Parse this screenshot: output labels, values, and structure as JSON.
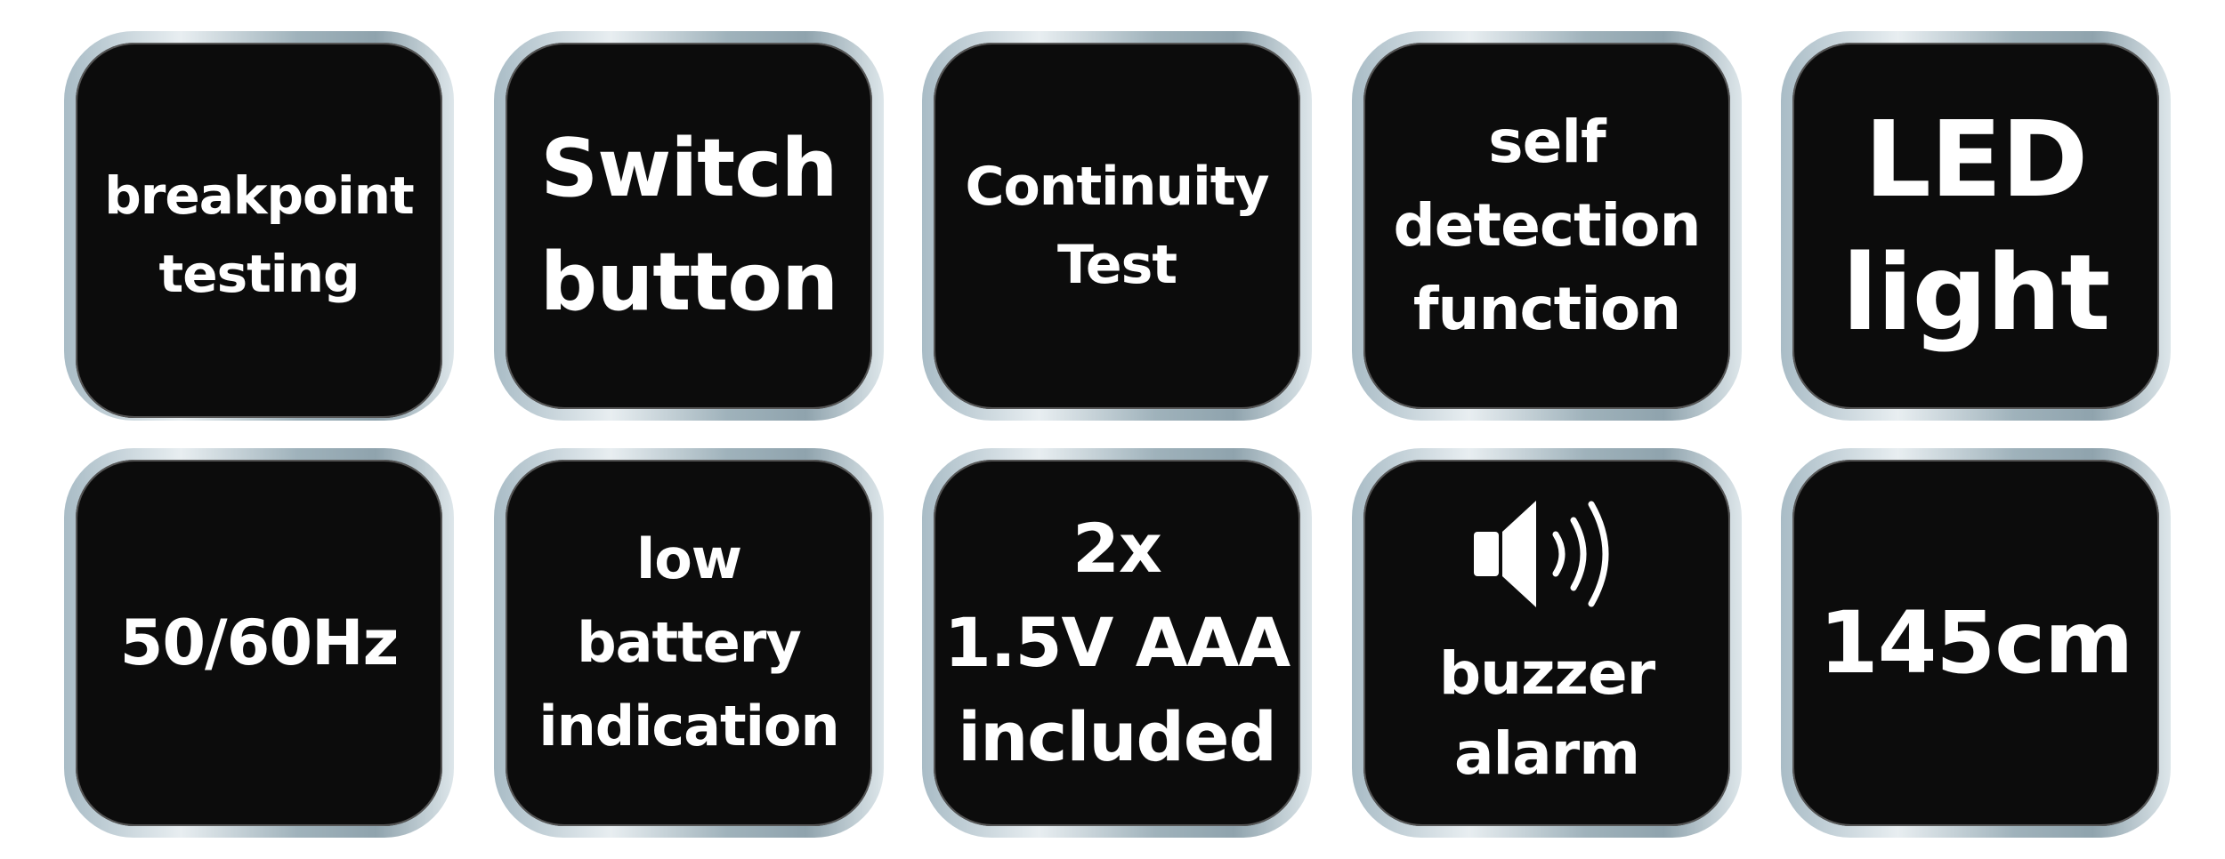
{
  "tiles": [
    {
      "lines": [
        "breakpoint",
        "testing"
      ]
    },
    {
      "lines": [
        "Switch",
        "button"
      ]
    },
    {
      "lines": [
        "Continuity",
        "Test"
      ]
    },
    {
      "lines": [
        "self",
        "detection",
        "function"
      ]
    },
    {
      "lines": [
        "LED",
        "light"
      ]
    },
    {
      "lines": [
        "50/60Hz"
      ]
    },
    {
      "lines": [
        "low",
        "battery",
        "indication"
      ]
    },
    {
      "lines": [
        "2x",
        "1.5V AAA",
        "included"
      ]
    },
    {
      "lines": [
        "buzzer",
        "alarm"
      ],
      "icon": "speaker-sound-icon"
    },
    {
      "lines": [
        "145cm"
      ]
    }
  ]
}
